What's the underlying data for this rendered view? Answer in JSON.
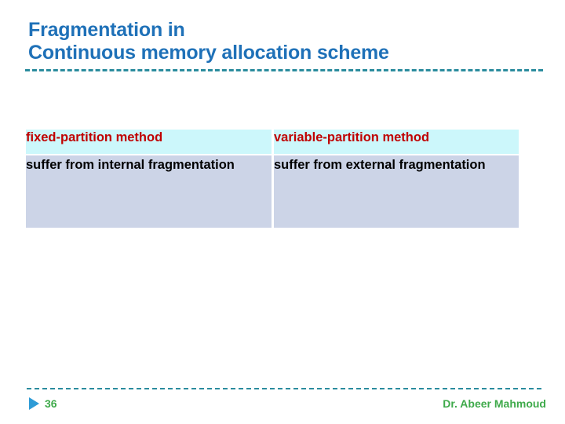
{
  "slide": {
    "title_lines": [
      "Fragmentation in",
      "Continuous memory allocation scheme"
    ],
    "title_color": "#1F71B8",
    "rule_color": "#2B8C9E",
    "background_color": "#FFFFFF"
  },
  "table": {
    "headers": [
      "fixed-partition method",
      "variable-partition method"
    ],
    "rows": [
      [
        "suffer from internal fragmentation",
        "suffer from external fragmentation"
      ]
    ],
    "header_background": "#CCF7FB",
    "header_text_color": "#C00000",
    "body_background": "#CCD4E7",
    "body_text_color": "#000000"
  },
  "footer": {
    "slide_number": "36",
    "author": "Dr. Abeer Mahmoud",
    "text_color": "#3FAA4B",
    "triangle_icon": "play-triangle-icon",
    "triangle_color": "#2E9BD6"
  }
}
